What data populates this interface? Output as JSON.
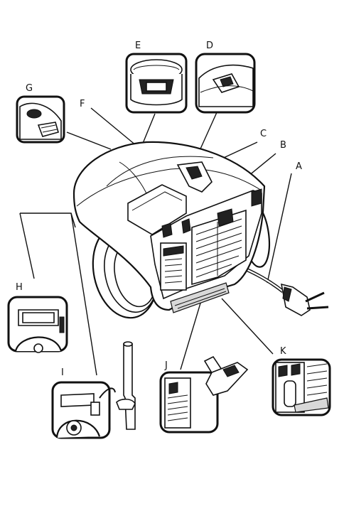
{
  "labels": {
    "A": "A",
    "B": "B",
    "C": "C",
    "D": "D",
    "E": "E",
    "F": "F",
    "G": "G",
    "H": "H",
    "I": "I",
    "J": "J",
    "K": "K"
  },
  "colors": {
    "line": "#111111",
    "background": "#ffffff"
  }
}
